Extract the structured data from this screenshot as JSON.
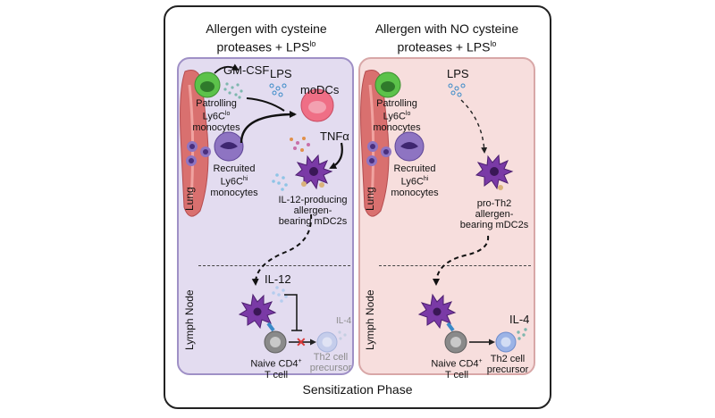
{
  "left_panel": {
    "title_line1": "Allergen with cysteine",
    "title_line2": "proteases + LPS",
    "title_sup": "lo",
    "gmcsf": "GM-CSF",
    "lps": "LPS",
    "modcs": "moDCs",
    "tnf": "TNFα",
    "patrolling_l1": "Patrolling",
    "patrolling_l2": "Ly6C",
    "patrolling_sup": "lo",
    "patrolling_l3": "monocytes",
    "recruited_l1": "Recruited",
    "recruited_l2": "Ly6C",
    "recruited_sup": "hi",
    "recruited_l3": "monocytes",
    "lung": "Lung",
    "mdc_l1": "IL-12-producing",
    "mdc_l2": "allergen-",
    "mdc_l3": "bearing mDC2s",
    "lymph": "Lymph Node",
    "il12": "IL-12",
    "il4": "IL-4",
    "naive_l1": "Naive CD4",
    "naive_sup": "+",
    "naive_l2": "T cell",
    "th2_l1": "Th2 cell",
    "th2_l2": "precursor"
  },
  "right_panel": {
    "title_line1": "Allergen with NO cysteine",
    "title_line2": "proteases + LPS",
    "title_sup": "lo",
    "lps": "LPS",
    "patrolling_l1": "Patrolling",
    "patrolling_l2": "Ly6C",
    "patrolling_sup": "lo",
    "patrolling_l3": "monocytes",
    "recruited_l1": "Recruited",
    "recruited_l2": "Ly6C",
    "recruited_sup": "hi",
    "recruited_l3": "monocytes",
    "lung": "Lung",
    "mdc_l1": "pro-Th2",
    "mdc_l2": "allergen-",
    "mdc_l3": "bearing mDC2s",
    "lymph": "Lymph Node",
    "il4": "IL-4",
    "naive_l1": "Naive CD4",
    "naive_sup": "+",
    "naive_l2": "T cell",
    "th2_l1": "Th2 cell",
    "th2_l2": "precursor"
  },
  "footer": "Sensitization Phase",
  "colors": {
    "left_panel_bg": "#e3dcf0",
    "right_panel_bg": "#f7dedd",
    "monocyte_green": "#5cc24a",
    "monocyte_purple": "#8e74c2",
    "dendritic_purple": "#7a3aa6",
    "modc_pink": "#ef6f86",
    "vessel_red": "#d9706f",
    "tcell_grey": "#8a8a8a",
    "th2_blue": "#9bb3e6"
  }
}
